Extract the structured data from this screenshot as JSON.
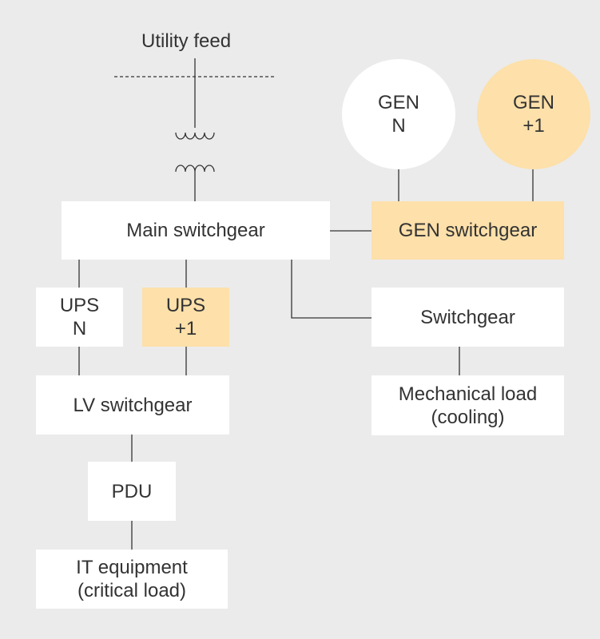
{
  "utility_feed": "Utility feed",
  "generators": {
    "gen_n": {
      "line1": "GEN",
      "line2": "N"
    },
    "gen_plus1": {
      "line1": "GEN",
      "line2": "+1"
    }
  },
  "main_switchgear": "Main switchgear",
  "gen_switchgear": "GEN switchgear",
  "ups": {
    "n": {
      "line1": "UPS",
      "line2": "N"
    },
    "plus1": {
      "line1": "UPS",
      "line2": "+1"
    }
  },
  "switchgear": "Switchgear",
  "mechanical_load": {
    "line1": "Mechanical load",
    "line2": "(cooling)"
  },
  "lv_switchgear": "LV switchgear",
  "pdu": "PDU",
  "it_equipment": {
    "line1": "IT equipment",
    "line2": "(critical load)"
  },
  "colors": {
    "background": "#ebebeb",
    "box": "#ffffff",
    "redundant_box": "#fde0aa",
    "line": "#333333"
  }
}
